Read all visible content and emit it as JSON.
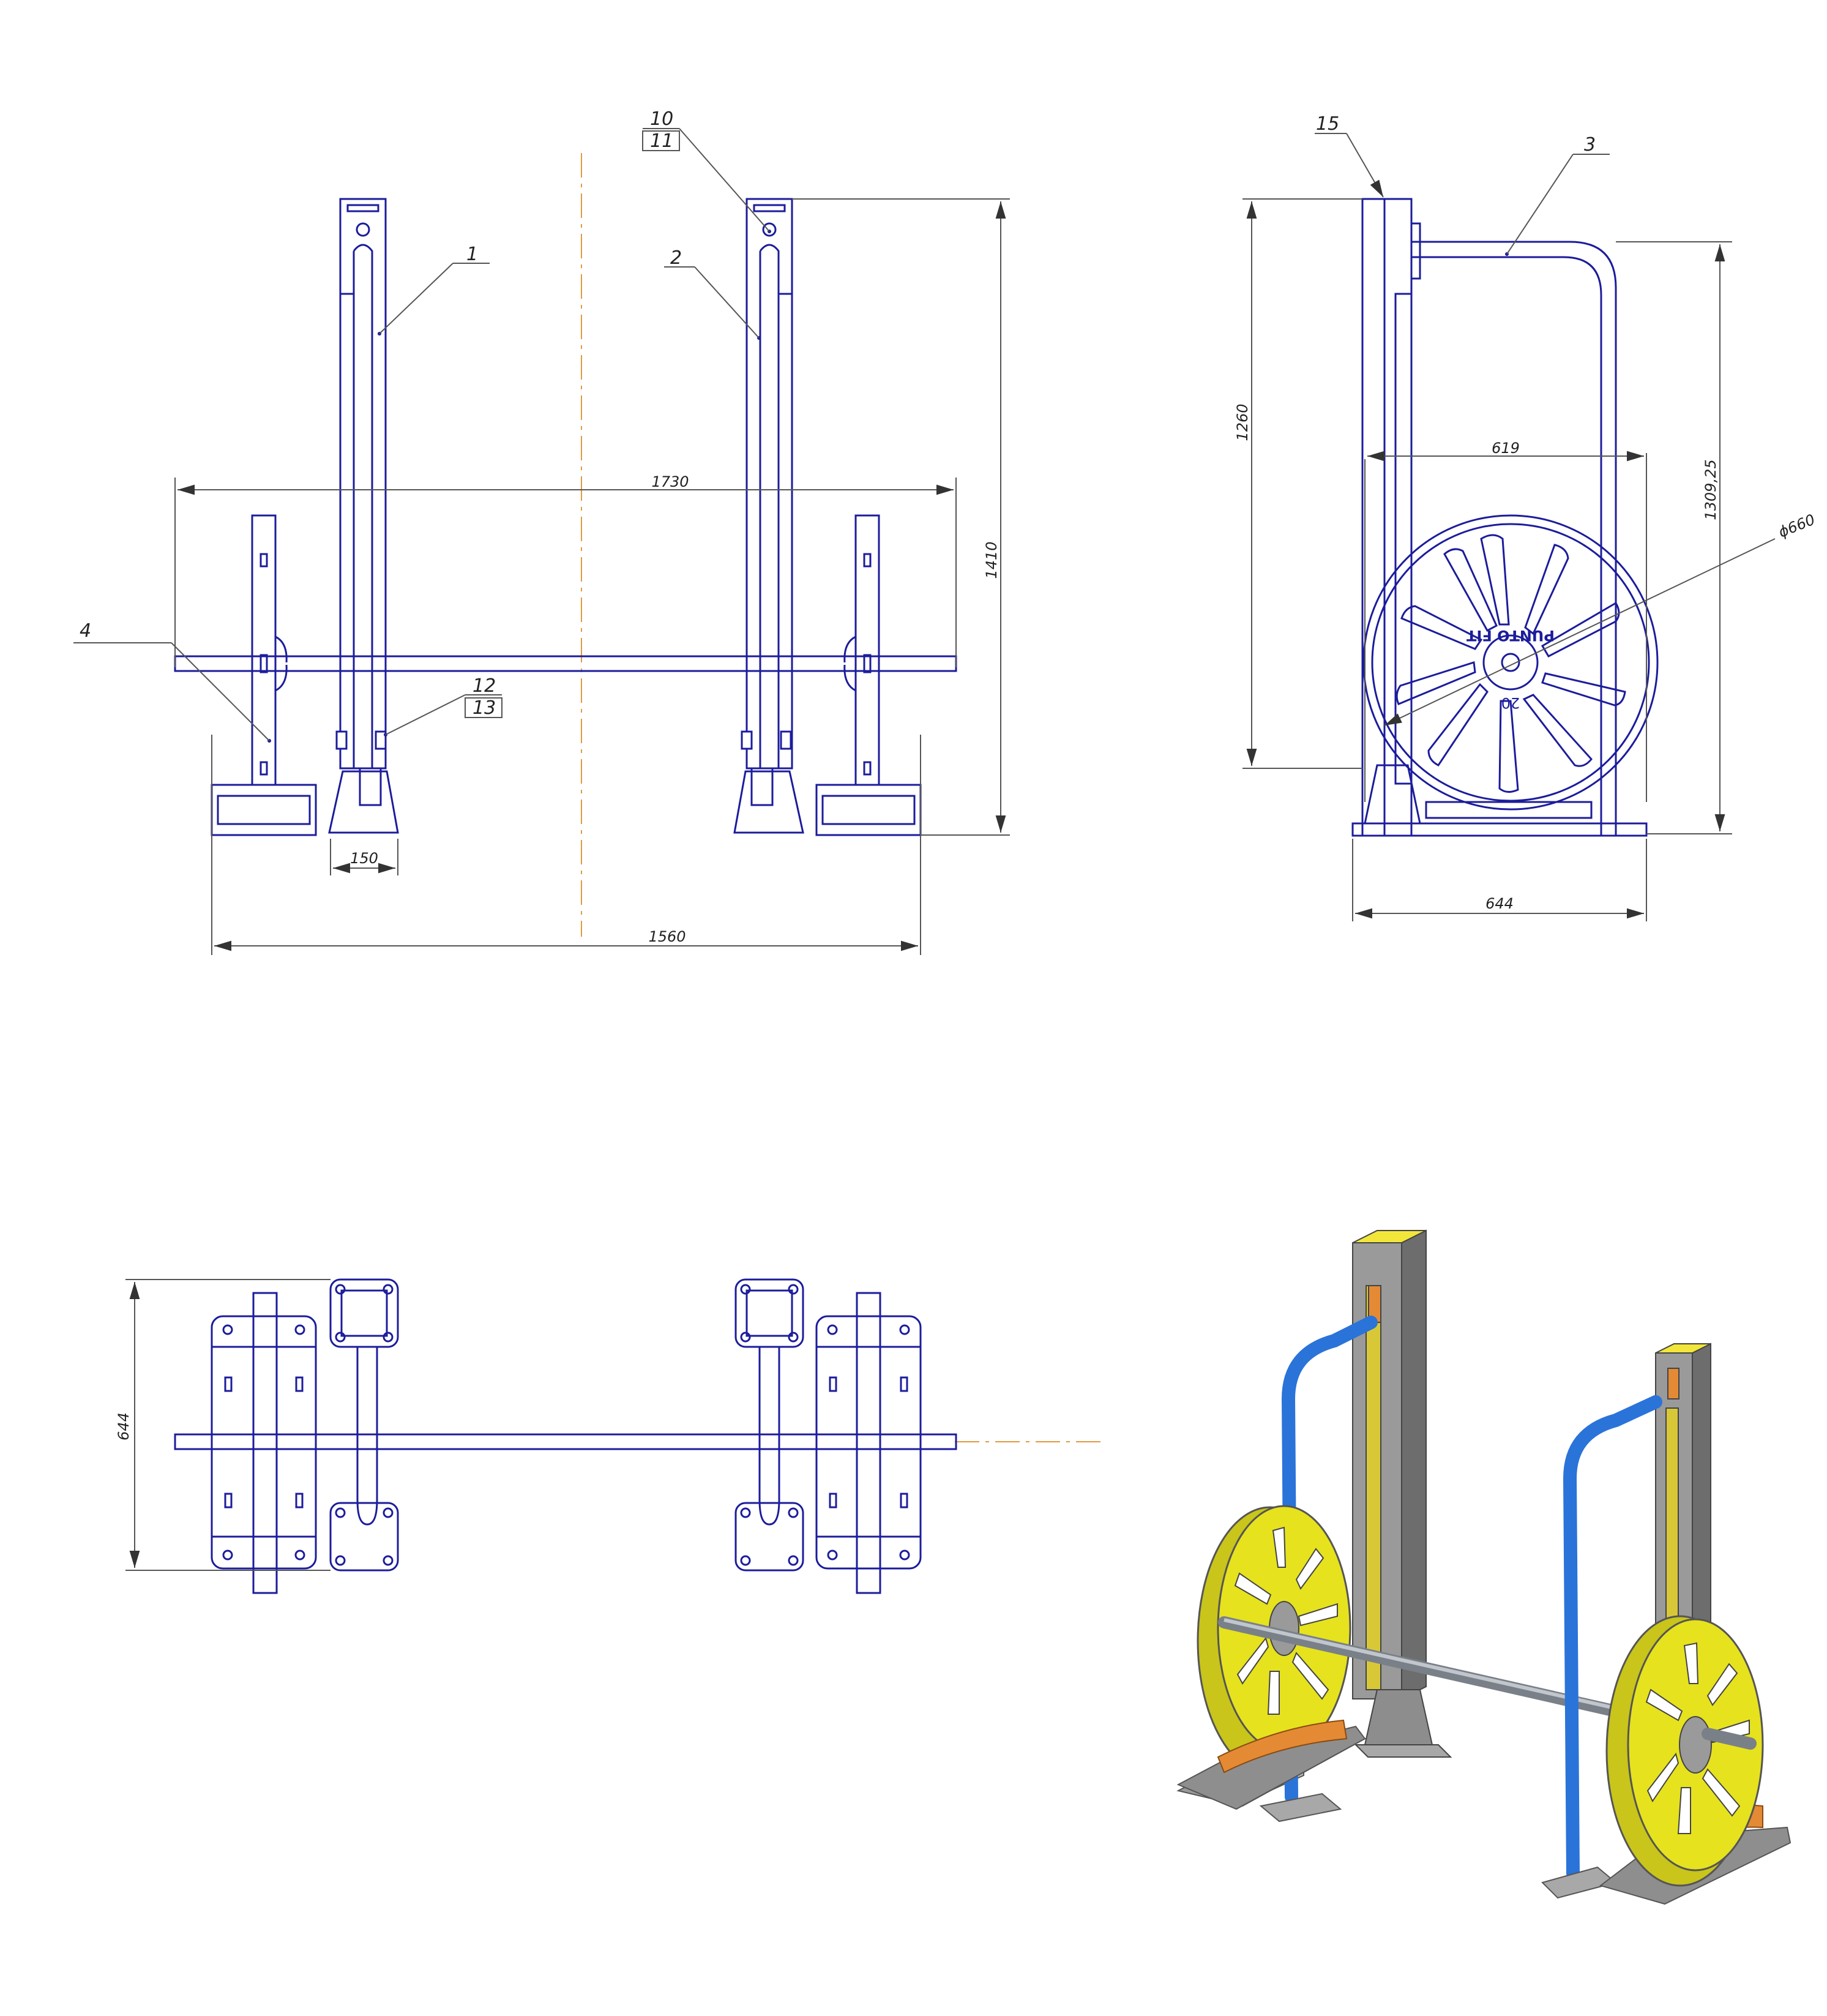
{
  "callouts": {
    "c1": "1",
    "c2": "2",
    "c3": "3",
    "c4": "4",
    "c10": "10",
    "c11": "11",
    "c12": "12",
    "c13": "13",
    "c15": "15"
  },
  "dimensions": {
    "width_bar": "1730",
    "width_base": "1560",
    "height_total": "1410",
    "post_base": "150",
    "side_height": "1260",
    "side_height_handle": "1309,25",
    "wheel_span": "619",
    "wheel_diameter": "ϕ660",
    "side_depth": "644",
    "top_depth": "644"
  },
  "wheel_text": {
    "brand": "PUNTO FIT",
    "weight": "20"
  },
  "colors": {
    "line": "#1c1c9c",
    "centerline": "#e09a40",
    "frame_gray": "#9a9a9a",
    "handle_blue": "#2a73d9",
    "wheel_yellow": "#e6e21e",
    "insert_yellow": "#d8c838",
    "pad_orange": "#e48a35",
    "cap_yellow": "#f2e63a"
  }
}
